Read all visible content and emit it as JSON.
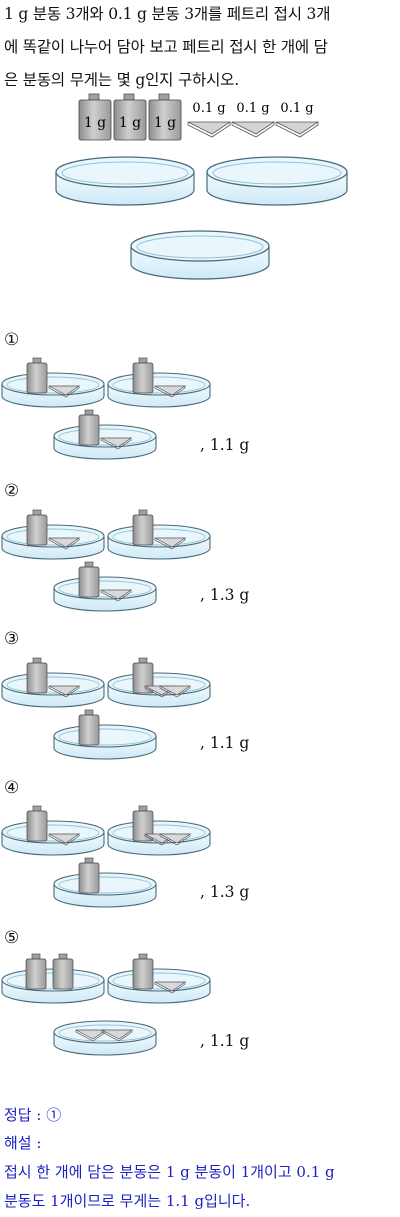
{
  "question": {
    "lines": [
      "1 g 분동 3개와 0.1 g 분동 3개를 페트리 접시 3개",
      "에 똑같이 나누어 담아 보고 페트리 접시 한 개에 담",
      "은 분동의 무게는 몇  g인지 구하시오."
    ],
    "weight_1g_label": "1 g",
    "weight_01g_label": "0.1 g"
  },
  "choices": [
    {
      "num": "①",
      "answer": ",  1.1 g"
    },
    {
      "num": "②",
      "answer": ",  1.3 g"
    },
    {
      "num": "③",
      "answer": ",  1.1 g"
    },
    {
      "num": "④",
      "answer": ",  1.3 g"
    },
    {
      "num": "⑤",
      "answer": ",  1.1 g"
    }
  ],
  "solution": {
    "answer_line": "정답 : ①",
    "explain_label": "해설 :",
    "explain_lines": [
      "접시 한 개에 담은 분동은 1 g  분동이 1개이고 0.1 g",
      "분동도 1개이므로 무게는 1.1 g입니다."
    ]
  }
}
